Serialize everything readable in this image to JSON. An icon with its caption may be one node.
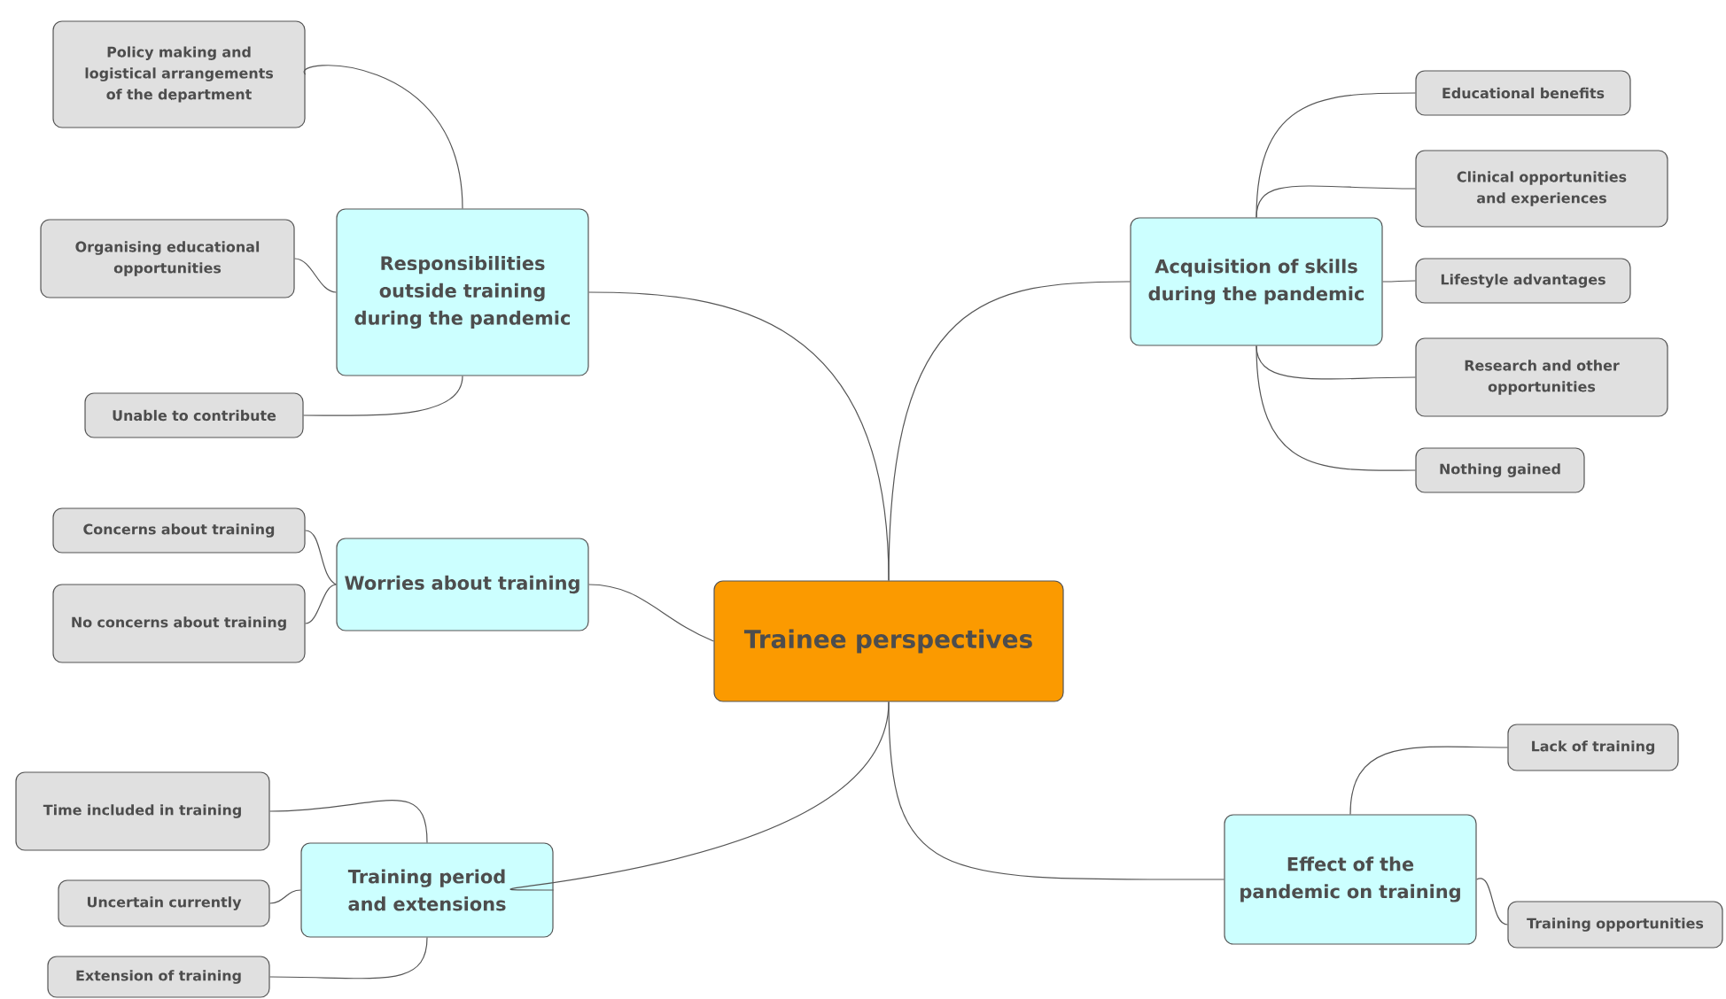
{
  "diagram": {
    "nodes": [
      {
        "text": [
          "Trainee perspectives"
        ]
      },
      {
        "text": [
          "Responsibilities outside training during the pandemic"
        ]
      },
      {
        "text": [
          "Policy making and logistical arrangements of the department"
        ]
      },
      {
        "text": [
          "Organising educational opportunities"
        ]
      },
      {
        "text": [
          "Unable to contribute"
        ]
      },
      {
        "text": [
          "Worries about training"
        ]
      },
      {
        "text": [
          "Concerns about training"
        ]
      },
      {
        "text": [
          "No concerns about training"
        ]
      },
      {
        "text": [
          "Training period and extensions"
        ]
      },
      {
        "text": [
          "Time included in training"
        ]
      },
      {
        "text": [
          "Uncertain currently"
        ]
      },
      {
        "text": [
          "Extension of training"
        ]
      },
      {
        "text": [
          "Acquisition of skills during the pandemic"
        ]
      },
      {
        "text": [
          "Educational benefits"
        ]
      },
      {
        "text": [
          "Clinical opportunities and experiences"
        ]
      },
      {
        "text": [
          "Lifestyle advantages"
        ]
      },
      {
        "text": [
          "Research and other opportunities"
        ]
      },
      {
        "text": [
          "Nothing gained"
        ]
      },
      {
        "text": [
          "Effect of the pandemic on training"
        ]
      },
      {
        "text": [
          "Lack of training"
        ]
      },
      {
        "text": [
          "Training opportunities"
        ]
      }
    ],
    "edges": [
      {
        "from": 0,
        "to": 1,
        "arrow": "none"
      },
      {
        "from": 1,
        "to": 2,
        "arrow": "none"
      },
      {
        "from": 1,
        "to": 3,
        "arrow": "none"
      },
      {
        "from": 1,
        "to": 4,
        "arrow": "none"
      },
      {
        "from": 0,
        "to": 5,
        "arrow": "none"
      },
      {
        "from": 5,
        "to": 6,
        "arrow": "none"
      },
      {
        "from": 5,
        "to": 7,
        "arrow": "none"
      },
      {
        "from": 0,
        "to": 8,
        "arrow": "none"
      },
      {
        "from": 8,
        "to": 9,
        "arrow": "none"
      },
      {
        "from": 8,
        "to": 10,
        "arrow": "none"
      },
      {
        "from": 8,
        "to": 11,
        "arrow": "none"
      },
      {
        "from": 0,
        "to": 12,
        "arrow": "none"
      },
      {
        "from": 12,
        "to": 13,
        "arrow": "none"
      },
      {
        "from": 12,
        "to": 14,
        "arrow": "none"
      },
      {
        "from": 12,
        "to": 15,
        "arrow": "none"
      },
      {
        "from": 12,
        "to": 16,
        "arrow": "none"
      },
      {
        "from": 12,
        "to": 17,
        "arrow": "none"
      },
      {
        "from": 0,
        "to": 18,
        "arrow": "none"
      },
      {
        "from": 18,
        "to": 19,
        "arrow": "none"
      },
      {
        "from": 18,
        "to": 20,
        "arrow": "none"
      }
    ]
  }
}
